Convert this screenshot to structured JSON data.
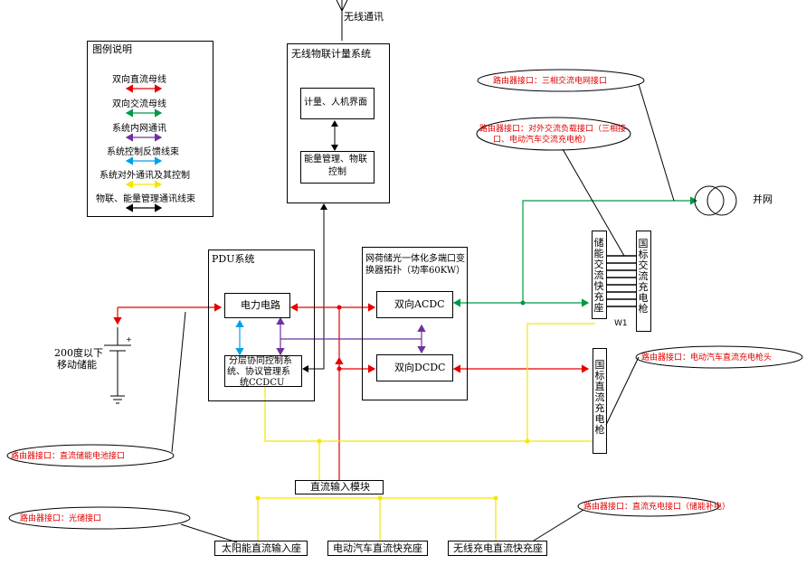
{
  "legend": {
    "title": "图例说明",
    "items": [
      {
        "label": "双向直流母线",
        "color": "#e60000"
      },
      {
        "label": "双向交流母线",
        "color": "#009944"
      },
      {
        "label": "系统内网通讯",
        "color": "#7030a0"
      },
      {
        "label": "系统控制反馈线束",
        "color": "#00a0e9"
      },
      {
        "label": "系统对外通讯及其控制",
        "color": "#f5e600"
      },
      {
        "label": "物联、能量管理通讯线束",
        "color": "#000000"
      }
    ]
  },
  "wireless_comm": "无线通讯",
  "iot_system": {
    "title": "无线物联计量系统",
    "box1": "计量、人机界面",
    "box2_line1": "能量管理、物联",
    "box2_line2": "控制"
  },
  "pdu": {
    "title": "PDU系统",
    "power_circuit": "电力电路",
    "ccdcu_line1": "分层协同控制系",
    "ccdcu_line2": "统、协议管理系",
    "ccdcu_line3": "统CCDCU"
  },
  "converter": {
    "title_line1": "网荷储光一体化多端口变",
    "title_line2": "换器拓扑（功率60KW）",
    "acdc": "双向ACDC",
    "dcdc": "双向DCDC"
  },
  "storage": {
    "line1": "200度以下",
    "line2": "移动储能"
  },
  "ac_fast_charge": "储能交流快充座",
  "ac_gun": "国标交流充电枪",
  "w1": "W1",
  "dc_gun": "国标直流充电枪",
  "grid": "并网",
  "dc_input": "直流输入模块",
  "solar": "太阳能直流输入座",
  "ev_dc": "电动汽车直流快充座",
  "wireless_dc": "无线充电直流快充座",
  "routers": {
    "r1": "路由器接口：三相交流电网接口",
    "r2_line1": "路由器接口：对外交流负载接口（三相接",
    "r2_line2": "口、电动汽车交流充电枪）",
    "r3": "路由器接口：电动汽车直流充电枪头",
    "r4": "路由器接口：直流储能电池接口",
    "r5": "路由器接口：光储接口",
    "r6": "路由器接口：直流充电接口（储能补电）"
  }
}
